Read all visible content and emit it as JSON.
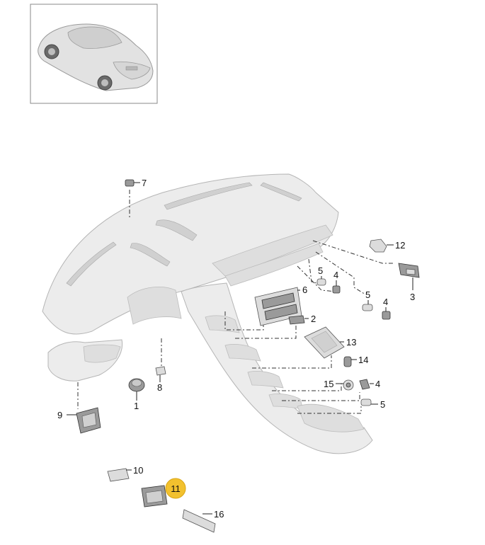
{
  "callouts": {
    "c1": "1",
    "c2": "2",
    "c3": "3",
    "c4a": "4",
    "c4b": "4",
    "c4c": "4",
    "c5a": "5",
    "c5b": "5",
    "c5c": "5",
    "c6": "6",
    "c7": "7",
    "c8": "8",
    "c9": "9",
    "c10": "10",
    "c11": "11",
    "c12": "12",
    "c13": "13",
    "c14": "14",
    "c15": "15",
    "c16": "16"
  },
  "colors": {
    "highlight": "#f2c12e",
    "line": "#222222",
    "part_fill": "#dcdcdc",
    "panel_fill": "#ececec"
  },
  "icons": {
    "thumbnail": "car-icon"
  }
}
